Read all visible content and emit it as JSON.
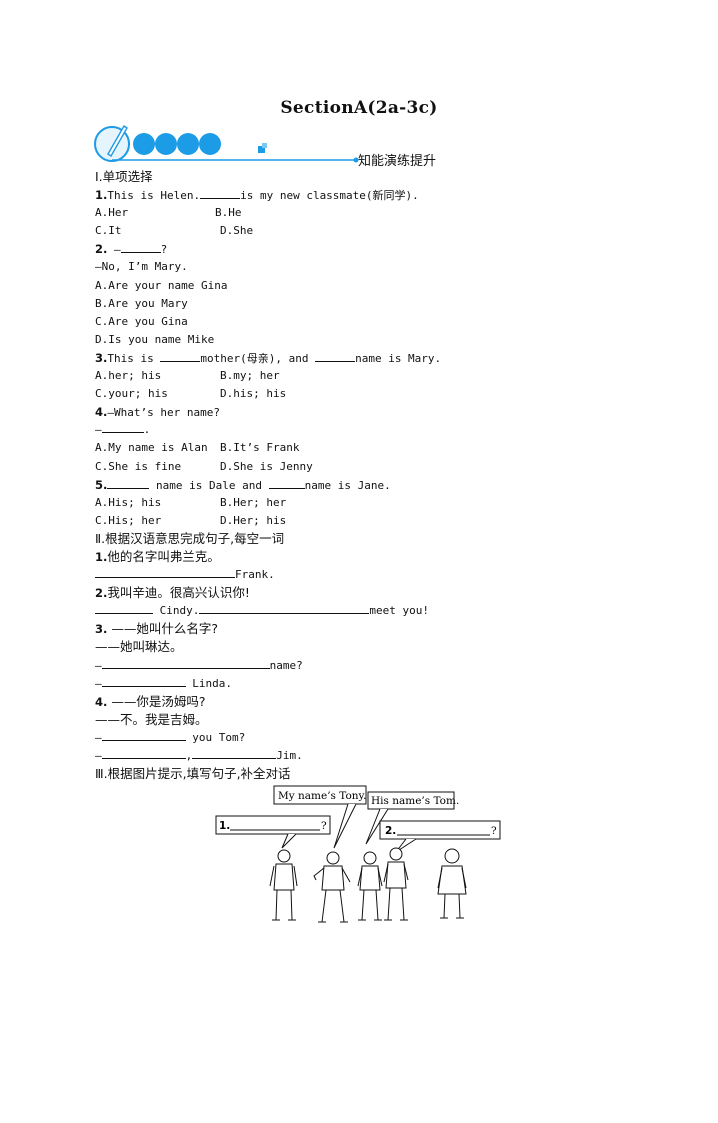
{
  "title": "SectionA(2a-3c)",
  "banner": {
    "label": "知能演练提升",
    "accent": "#1c9be6"
  },
  "section1": {
    "heading": "Ⅰ.单项选择",
    "q1": {
      "num": "1.",
      "pre": "This is Helen.",
      "post": "is my new classmate(新同学).",
      "a": "A.Her",
      "b": "B.He",
      "c": "C.It",
      "d": "D.She"
    },
    "q2": {
      "num": "2.",
      "dash": "—",
      "mark": "?",
      "reply": "—No, I’m Mary.",
      "a": "A.Are your name Gina",
      "b": "B.Are you Mary",
      "c": "C.Are you Gina",
      "d": "D.Is you name Mike"
    },
    "q3": {
      "num": "3.",
      "p1": "This is",
      "p2": "mother(母亲), and",
      "p3": "name is Mary.",
      "a": "A.her; his",
      "b": "B.my; her",
      "c": "C.your; his",
      "d": "D.his; his"
    },
    "q4": {
      "num": "4.",
      "text": "—What’s her name?",
      "dash": "—",
      "dot": ".",
      "a": "A.My name is Alan",
      "b": "B.It’s Frank",
      "c": "C.She is fine",
      "d": "D.She is Jenny"
    },
    "q5": {
      "num": "5.",
      "p1": "name is Dale and",
      "p2": "name is Jane.",
      "a": "A.His; his",
      "b": "B.Her; her",
      "c": "C.His; her",
      "d": "D.Her; his"
    }
  },
  "section2": {
    "heading": "Ⅱ.根据汉语意思完成句子,每空一词",
    "q1": {
      "num": "1.",
      "zh": "他的名字叫弗兰克。",
      "tail": "Frank."
    },
    "q2": {
      "num": "2.",
      "zh": "我叫辛迪。很高兴认识你!",
      "mid": "Cindy.",
      "tail": "meet you!"
    },
    "q3": {
      "num": "3.",
      "zh1": "——她叫什么名字?",
      "zh2": "——她叫琳达。",
      "dash": "—",
      "t1": "name?",
      "t2": "Linda."
    },
    "q4": {
      "num": "4.",
      "zh1": "——你是汤姆吗?",
      "zh2": "——不。我是吉姆。",
      "dash": "—",
      "t1": "you Tom?",
      "comma": ",",
      "t2": "Jim."
    }
  },
  "section3": {
    "heading": "Ⅲ.根据图片提示,填写句子,补全对话",
    "bubble1": "My name’s Tony.",
    "bubble2": "His name’s Tom.",
    "box1_num": "1.",
    "box1_mark": "?",
    "box2_num": "2.",
    "box2_mark": "?"
  }
}
